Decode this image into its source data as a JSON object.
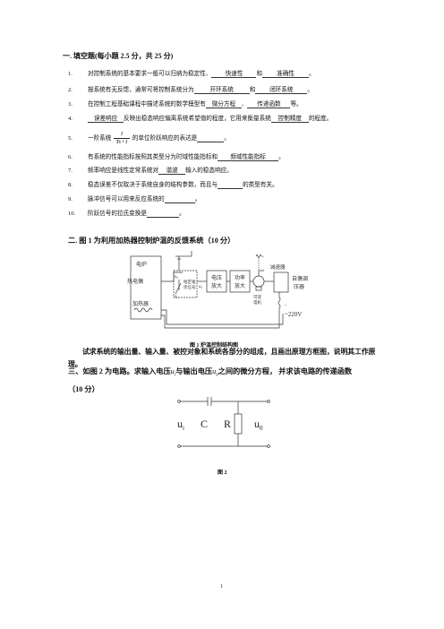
{
  "section1": {
    "title": "一. 填空题(每小题 2.5 分，共 25 分)",
    "items": [
      {
        "num": "1.",
        "pre": "对控制系统的基本要求一般可以归纳为稳定性、",
        "blank1": "快速性",
        "mid": "和",
        "blank2": "准确性",
        "post": "。"
      },
      {
        "num": "2.",
        "pre": "按系统有无反馈，通常可将控制系统分为",
        "blank1": "开环系统",
        "mid": "和",
        "blank2": "闭环系统",
        "post": "。"
      },
      {
        "num": "3.",
        "pre": "在控制工程基础课程中描述系统的数学模型有",
        "blank1": "微分方程",
        "mid": "、",
        "blank2": "传递函数",
        "post": "等。"
      },
      {
        "num": "4.",
        "blank0": "误差响应",
        "pre": "反映出稳态响应偏离系统希望值的程度，它用来衡量系统",
        "blank1": "控制精度",
        "post": "的程度。"
      },
      {
        "num": "5.",
        "pre": "一阶系统",
        "frac_num": "1",
        "frac_den": "Ts+1",
        "post": "的单位阶跃响应的表达是",
        "post2": "。"
      },
      {
        "num": "6.",
        "pre": "有系统的性能指标按照其类型分为时域性能指标和",
        "blank1": "频域性能指标",
        "post": "。"
      },
      {
        "num": "7.",
        "pre": "频率响应是线性定常系统对",
        "blank1": "谐波",
        "post": "输入的稳态响应。"
      },
      {
        "num": "8.",
        "pre": "稳态误差不仅取决于系统自身的结构参数，而且与",
        "post": "的类型有关。"
      },
      {
        "num": "9.",
        "pre": "脉冲信号可以用来反应系统的",
        "post": "。"
      },
      {
        "num": "10.",
        "pre": "阶跃信号的拉氏变换是",
        "post": "。"
      }
    ]
  },
  "section2": {
    "title": "二.  图 1 为利用加热器控制炉温的反馈系统（10 分）",
    "figure": {
      "furnace": "电炉",
      "thermocouple": "热电偶",
      "heater": "加热器",
      "uf": "u",
      "uf_sub": "f",
      "ur": "u",
      "ur_sub": "r",
      "setpoint1": "给定毫",
      "setpoint2": "伏信号",
      "ue": "u",
      "ue_sub": "e",
      "amp1": "电压",
      "amp2": "放大",
      "pamp1": "功率",
      "pamp2": "放大",
      "motor_label1": "可逆",
      "motor_label2": "电机",
      "reducer": "减速器",
      "auto1": "自偶调",
      "auto2": "压器",
      "voltage": "220V",
      "tilde": "~",
      "plus": "+",
      "minus": "-"
    },
    "caption": "图 1  炉温控制结构图",
    "question": "试求系统的输出量、输入量、被控对象和系统各部分的组成，且画出原理方框图，说明其工作原理。"
  },
  "section3": {
    "title_pre": "三、如图 2 为电路。求输入电压",
    "ui": "u",
    "ui_sub": "i",
    "title_mid": "与输出电压",
    "uo": "u",
    "uo_sub": "0",
    "title_post": "之间的微分方程，  并求该电路的传递函数",
    "score": "（10 分）",
    "circuit": {
      "in": "u",
      "in_sub": "i",
      "c": "C",
      "r": "R",
      "out": "u",
      "out_sub": "0"
    },
    "caption": "图 2"
  },
  "footer": {
    "page": "1"
  }
}
